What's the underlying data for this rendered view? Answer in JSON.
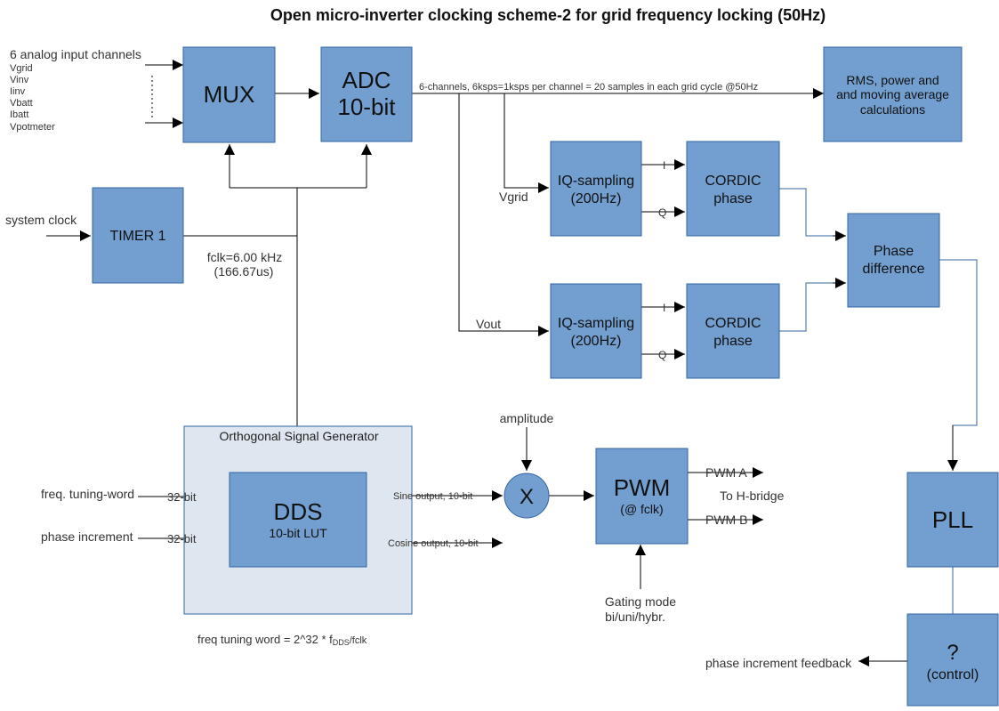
{
  "title": "Open micro-inverter clocking scheme-2 for grid frequency locking (50Hz)",
  "inputs": {
    "header": "6 analog input channels",
    "channels": [
      "Vgrid",
      "Vinv",
      "Iinv",
      "Vbatt",
      "Ibatt",
      "Vpotmeter"
    ]
  },
  "blocks": {
    "mux": "MUX",
    "adc_line1": "ADC",
    "adc_line2": "10-bit",
    "rms_line1": "RMS, power and",
    "rms_line2": "and moving average",
    "rms_line3": "calculations",
    "timer": "TIMER 1",
    "iq1_line1": "IQ-sampling",
    "iq1_line2": "(200Hz)",
    "cordic1_line1": "CORDIC",
    "cordic1_line2": "phase",
    "iq2_line1": "IQ-sampling",
    "iq2_line2": "(200Hz)",
    "cordic2_line1": "CORDIC",
    "cordic2_line2": "phase",
    "phase_diff_line1": "Phase",
    "phase_diff_line2": "difference",
    "osg": "Orthogonal Signal Generator",
    "dds": "DDS",
    "dds_sub": "10-bit LUT",
    "multiplier": "X",
    "pwm": "PWM",
    "pwm_sub": "(@ fclk)",
    "pll": "PLL",
    "control_line1": "?",
    "control_line2": "(control)"
  },
  "labels": {
    "adc_output": "6-channels, 6ksps=1ksps per channel = 20 samples in each grid cycle @50Hz",
    "system_clock": "system clock",
    "fclk_line1": "fclk=6.00 kHz",
    "fclk_line2": "(166.67us)",
    "vgrid": "Vgrid",
    "vout": "Vout",
    "i1": "I",
    "q1": "Q",
    "i2": "I",
    "q2": "Q",
    "freq_tuning_word": "freq. tuning-word",
    "phase_increment": "phase increment",
    "bits_1": "32-bit",
    "bits_2": "32-bit",
    "sine_output": "Sine output, 10-bit",
    "cosine_output": "Cosine output, 10-bit",
    "amplitude": "amplitude",
    "pwm_a": "PWM A",
    "pwm_b": "PWM B",
    "to_h_bridge": "To H-bridge",
    "gating_line1": "Gating mode",
    "gating_line2": "bi/uni/hybr.",
    "phase_increment_feedback": "phase increment feedback",
    "formula": "freq tuning word = 2^32 * f",
    "formula_sub": "DDS",
    "formula_tail": "/fclk"
  }
}
